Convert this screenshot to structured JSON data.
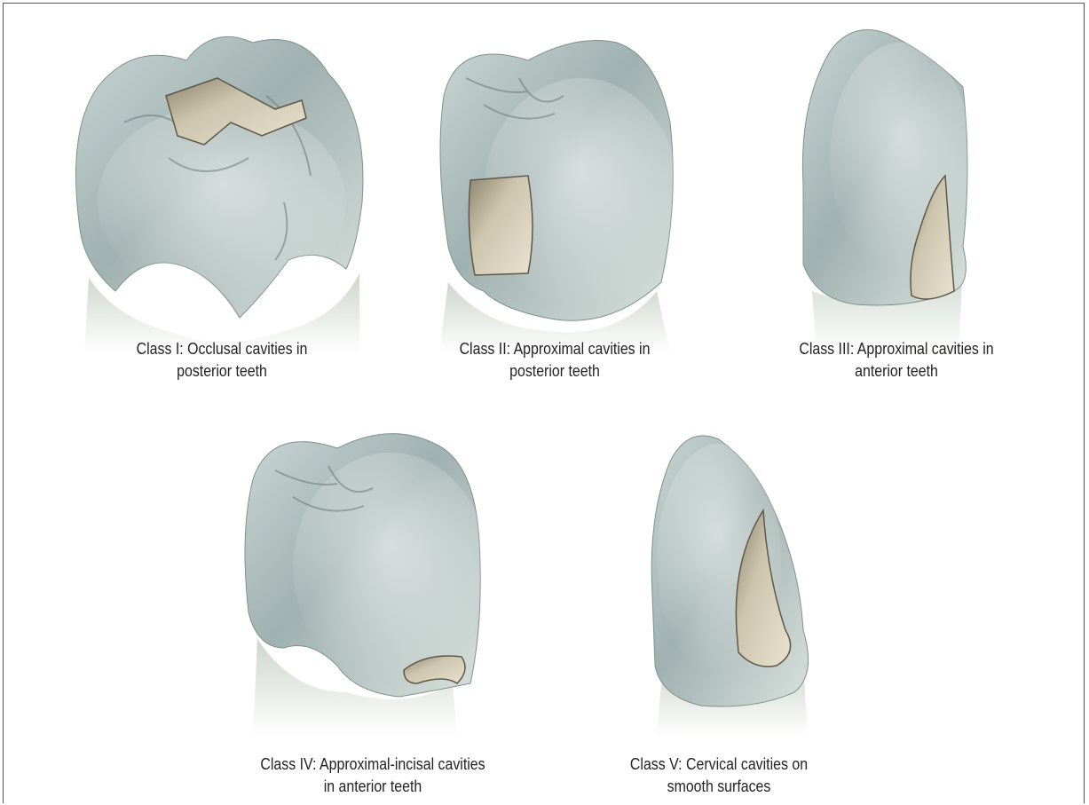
{
  "figures": [
    {
      "id": "class-1",
      "caption": [
        "Class I: Occlusal cavities in",
        "posterior teeth"
      ]
    },
    {
      "id": "class-2",
      "caption": [
        "Class II: Approximal cavities in",
        "posterior teeth"
      ]
    },
    {
      "id": "class-3",
      "caption": [
        "Class III: Approximal cavities in",
        "anterior teeth"
      ]
    },
    {
      "id": "class-4",
      "caption": [
        "Class IV: Approximal-incisal cavities",
        "in anterior teeth"
      ]
    },
    {
      "id": "class-5",
      "caption": [
        "Class V: Cervical cavities on",
        "smooth surfaces"
      ]
    }
  ],
  "colors": {
    "enamel_light": "#dfe7e6",
    "enamel_mid": "#a9b9b8",
    "enamel_dark": "#7f918f",
    "cavity": "#cfc6b0",
    "cavity_edge": "#6f6756",
    "root": "#e6ebe4"
  }
}
